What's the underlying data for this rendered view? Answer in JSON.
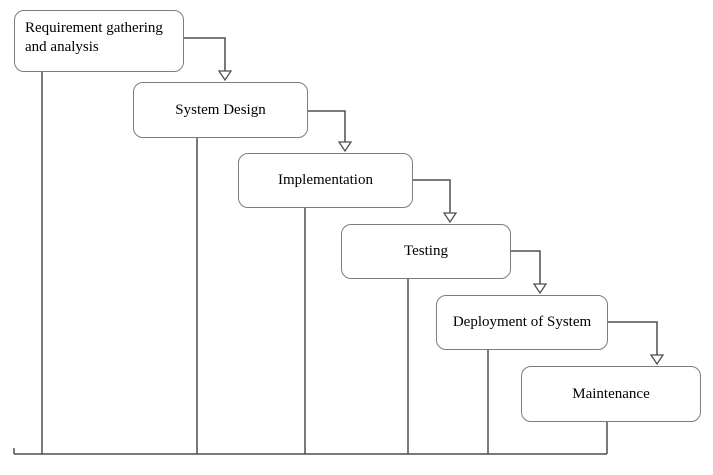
{
  "diagram": {
    "type": "flowchart-waterfall",
    "nodes": [
      {
        "id": "requirements",
        "label": "Requirement gathering and analysis"
      },
      {
        "id": "design",
        "label": "System Design"
      },
      {
        "id": "implementation",
        "label": "Implementation"
      },
      {
        "id": "testing",
        "label": "Testing"
      },
      {
        "id": "deployment",
        "label": "Deployment of System"
      },
      {
        "id": "maintenance",
        "label": "Maintenance"
      }
    ],
    "edges": [
      {
        "from": "requirements",
        "to": "design",
        "style": "elbow-right-down-arrow"
      },
      {
        "from": "design",
        "to": "implementation",
        "style": "elbow-right-down-arrow"
      },
      {
        "from": "implementation",
        "to": "testing",
        "style": "elbow-right-down-arrow"
      },
      {
        "from": "testing",
        "to": "deployment",
        "style": "elbow-right-down-arrow"
      },
      {
        "from": "deployment",
        "to": "maintenance",
        "style": "elbow-right-down-arrow"
      }
    ],
    "feedback_lines": "vertical line from the bottom of each box down to a shared horizontal baseline at the bottom of the image",
    "colors": {
      "background": "#ffffff",
      "box_border": "#7d7d7d",
      "line": "#4f4f4f",
      "text": "#000000",
      "arrowhead_fill": "#ffffff"
    }
  }
}
